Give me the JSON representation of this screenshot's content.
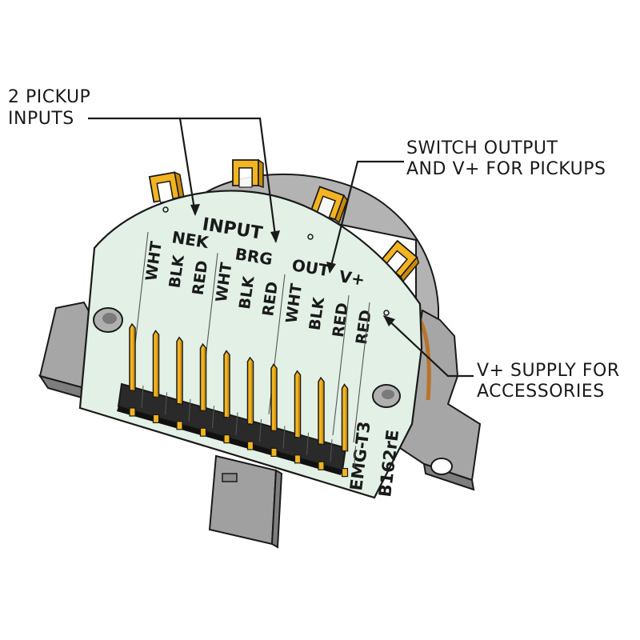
{
  "callouts": {
    "pickup_inputs": [
      "2 PICKUP",
      "INPUTS"
    ],
    "switch_output": [
      "SWITCH OUTPUT",
      "AND V+ FOR PICKUPS"
    ],
    "vplus_supply": [
      "V+ SUPPLY FOR",
      "ACCESSORIES"
    ]
  },
  "board": {
    "header": "INPUT",
    "group_labels": {
      "nek": "NEK",
      "brg": "BRG",
      "out": "OUT",
      "vplus": "V+"
    },
    "pin_labels": [
      "WHT",
      "BLK",
      "RED",
      "WHT",
      "BLK",
      "RED",
      "WHT",
      "BLK",
      "RED",
      "RED"
    ],
    "model": "EMG-T3",
    "part_number": "B162rE"
  },
  "colors": {
    "pcb": "#e2f0e6",
    "housing": "#a6a6a6",
    "housing_dark": "#7e7e7e",
    "gold": "#f2b420",
    "gold_dark": "#c98a0a",
    "header_block": "#2a2a2a",
    "outline": "#1a1a1a"
  },
  "icons": [
    "pin-header-icon",
    "solder-tab-icon",
    "mounting-hole-icon"
  ]
}
